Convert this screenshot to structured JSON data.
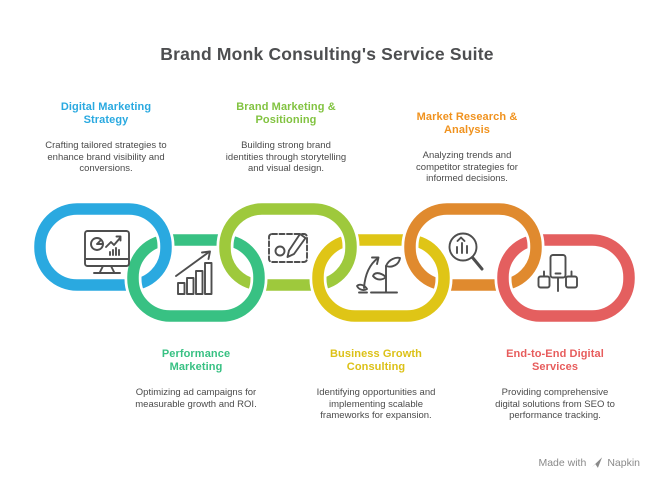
{
  "title": "Brand Monk Consulting's Service Suite",
  "services": [
    {
      "id": "digital-marketing-strategy",
      "name": "Digital Marketing Strategy",
      "description": "Crafting tailored strategies to enhance brand visibility and conversions.",
      "color": "#29A9E0"
    },
    {
      "id": "brand-marketing-positioning",
      "name": "Brand Marketing & Positioning",
      "description": "Building strong brand identities through storytelling and visual design.",
      "color": "#82C341"
    },
    {
      "id": "market-research-analysis",
      "name": "Market Research & Analysis",
      "description": "Analyzing trends and competitor strategies for informed decisions.",
      "color": "#F0921E"
    },
    {
      "id": "performance-marketing",
      "name": "Performance Marketing",
      "description": "Optimizing ad campaigns for measurable growth and ROI.",
      "color": "#38C183"
    },
    {
      "id": "business-growth-consulting",
      "name": "Business Growth Consulting",
      "description": "Identifying opportunities and implementing scalable frameworks for expansion.",
      "color": "#DCC117"
    },
    {
      "id": "end-to-end-digital-services",
      "name": "End-to-End Digital Services",
      "description": "Providing comprehensive digital solutions from SEO to performance tracking.",
      "color": "#E75C5C"
    }
  ],
  "chain": {
    "icon_color": "#4E4E4E",
    "outline_color": "#FFFFFF",
    "links": [
      {
        "name": "digital-marketing-strategy",
        "color": "#2AA9E0",
        "position": "upper",
        "icon": "monitor-analytics"
      },
      {
        "name": "performance-marketing",
        "color": "#38C183",
        "position": "lower",
        "icon": "growth-bars-arrow"
      },
      {
        "name": "brand-marketing-positioning",
        "color": "#9EC93C",
        "position": "upper",
        "icon": "design-board-pen"
      },
      {
        "name": "business-growth-consulting",
        "color": "#DFC516",
        "position": "lower",
        "icon": "plant-growth-arrow"
      },
      {
        "name": "market-research-analysis",
        "color": "#E08A2E",
        "position": "upper",
        "icon": "magnifier-bars"
      },
      {
        "name": "end-to-end-digital-services",
        "color": "#E45F5F",
        "position": "lower",
        "icon": "devices-network"
      }
    ]
  },
  "footer": {
    "made_with": "Made with",
    "brand": "Napkin"
  }
}
